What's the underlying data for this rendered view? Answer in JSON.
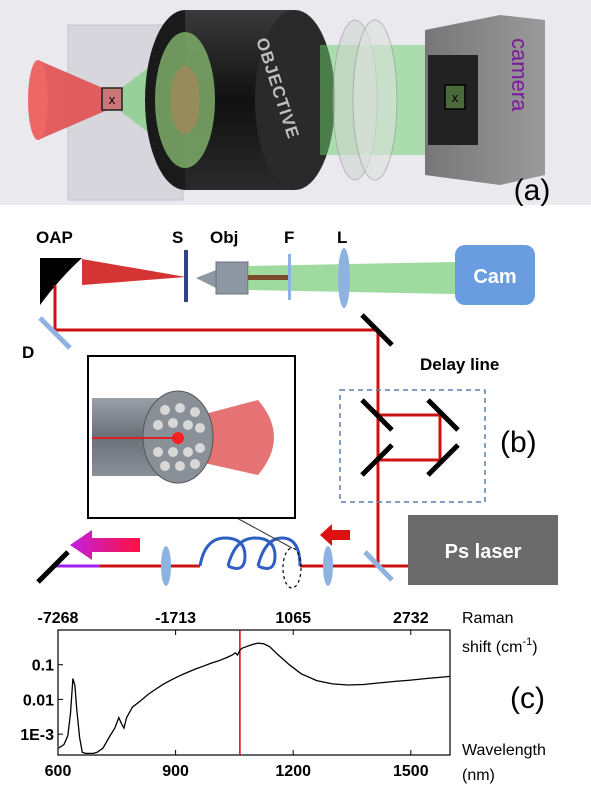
{
  "panel_a": {
    "letter": "(a)",
    "objective_text": "OBJECTIVE",
    "camera_text": "camera",
    "mark_left": "x",
    "mark_right": "x"
  },
  "panel_b": {
    "letter": "(b)",
    "labels": {
      "oap": "OAP",
      "sample": "S",
      "obj": "Obj",
      "filter": "F",
      "lens": "L",
      "cam": "Cam",
      "dichroic": "D",
      "delay_line": "Delay line",
      "laser": "Ps laser"
    },
    "colors": {
      "beam_red": "#cc1111",
      "supercontinuum": "#a020f0",
      "fiber": "#2f5fc4",
      "camera_box": "#6a9ce0",
      "laser_box": "#6b6b6b",
      "mirror": "#000000",
      "optic": "#8fb3e0"
    }
  },
  "panel_c": {
    "letter": "(c)",
    "top_axis_label_line1": "Raman",
    "top_axis_label_line2": "shift (cm",
    "top_axis_label_sup": "-1",
    "top_axis_label_close": ")",
    "bottom_axis_label_line1": "Wavelength",
    "bottom_axis_label_line2": "(nm)"
  },
  "chart_data": {
    "type": "line",
    "title": "",
    "xlabel": "Wavelength (nm)",
    "ylabel": "",
    "x2label": "Raman shift (cm-1)",
    "xlim": [
      600,
      1600
    ],
    "ylim_log10": [
      -3.6,
      0.0
    ],
    "x_ticks": [
      "600",
      "900",
      "1200",
      "1500"
    ],
    "x_tick_values": [
      600,
      900,
      1200,
      1500
    ],
    "top_ticks": [
      "-7268",
      "-1713",
      "1065",
      "2732"
    ],
    "top_tick_wavelengths": [
      600,
      900,
      1200,
      1500
    ],
    "y_ticks": [
      "0.1",
      "0.01",
      "1E-3"
    ],
    "y_tick_values": [
      0.1,
      0.01,
      0.001
    ],
    "marker_line_wavelength": 1064,
    "marker_color": "#dd0000",
    "series": [
      {
        "color": "#000000",
        "x": [
          602,
          615,
          625,
          632,
          638,
          643,
          648,
          655,
          662,
          670,
          680,
          690,
          700,
          715,
          730,
          745,
          755,
          762,
          768,
          775,
          790,
          810,
          830,
          850,
          870,
          890,
          910,
          930,
          950,
          970,
          990,
          1010,
          1030,
          1045,
          1052,
          1058,
          1064,
          1070,
          1080,
          1095,
          1110,
          1125,
          1140,
          1160,
          1190,
          1220,
          1260,
          1300,
          1340,
          1380,
          1420,
          1460,
          1500,
          1540,
          1580,
          1600
        ],
        "y": [
          0.0004,
          0.0005,
          0.0009,
          0.004,
          0.04,
          0.025,
          0.005,
          0.0008,
          0.0003,
          0.00028,
          0.00028,
          0.00028,
          0.0003,
          0.0004,
          0.0008,
          0.0015,
          0.003,
          0.002,
          0.0015,
          0.003,
          0.006,
          0.009,
          0.014,
          0.02,
          0.028,
          0.037,
          0.048,
          0.06,
          0.075,
          0.09,
          0.11,
          0.13,
          0.16,
          0.19,
          0.22,
          0.19,
          0.26,
          0.3,
          0.33,
          0.38,
          0.42,
          0.4,
          0.33,
          0.2,
          0.1,
          0.055,
          0.035,
          0.028,
          0.026,
          0.027,
          0.03,
          0.033,
          0.036,
          0.04,
          0.044,
          0.046
        ]
      }
    ]
  }
}
